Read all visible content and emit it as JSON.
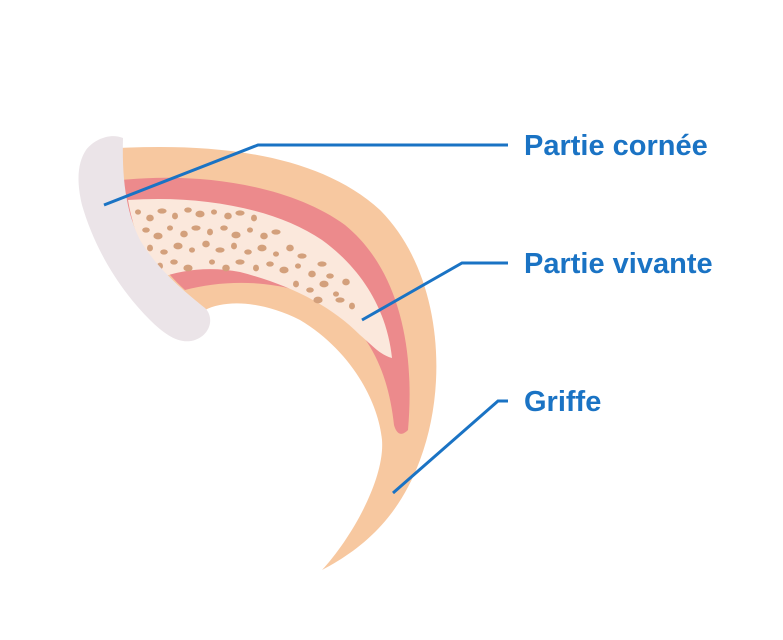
{
  "labels": {
    "cornee": "Partie cornée",
    "vivante": "Partie vivante",
    "griffe": "Griffe"
  },
  "colors": {
    "label": "#1a73c4",
    "leader_line": "#1a73c4",
    "claw_outer": "#f7c8a0",
    "living_part": "#ec8a8c",
    "bone": "#fbe8dc",
    "bone_dots": "#d3a07c",
    "horny_part": "#ebe4e8"
  }
}
